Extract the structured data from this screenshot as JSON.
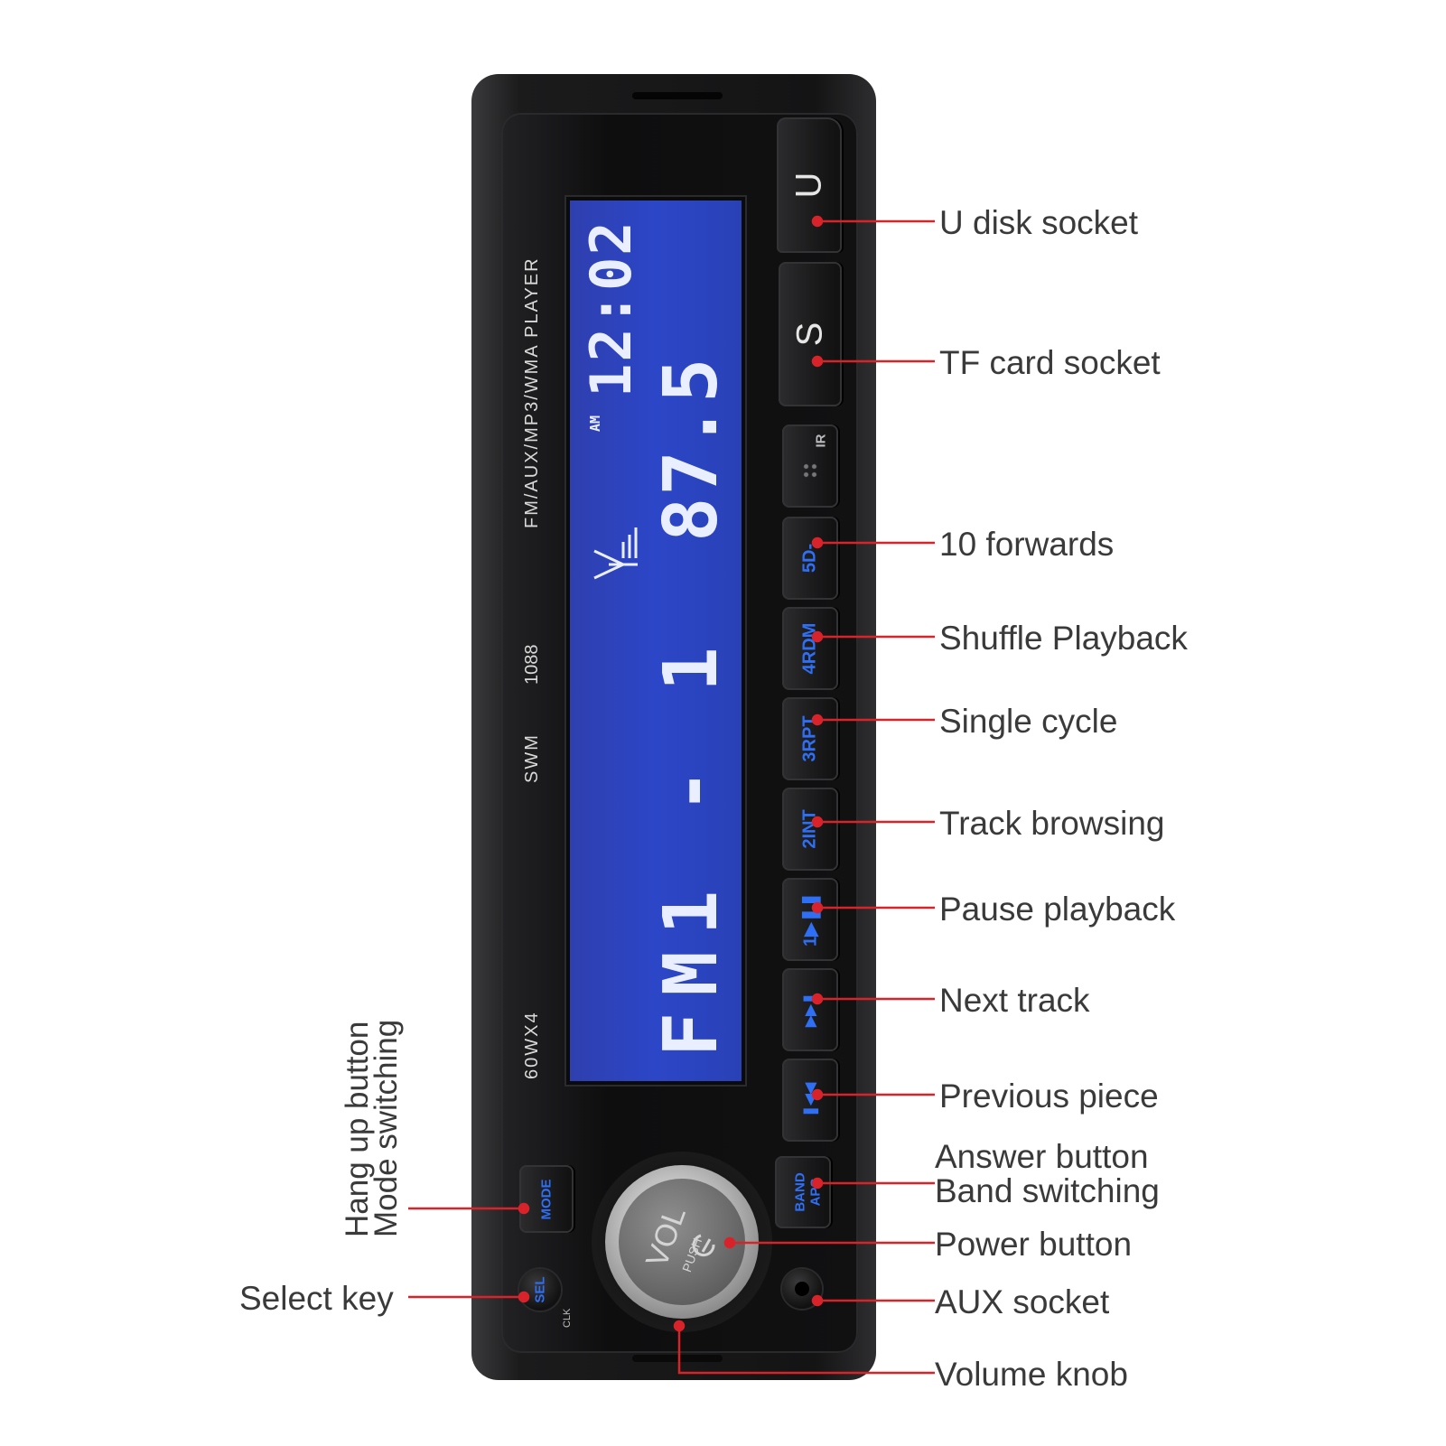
{
  "device": {
    "side_label_model": "FM/AUX/MP3/WMA PLAYER",
    "side_label_number": "1088",
    "side_label_swm": "SWM",
    "side_label_power": "60WX4"
  },
  "display": {
    "time": "12:02",
    "frequency": "87.5",
    "am_indicator": "AM",
    "band": "FM1 - 1"
  },
  "buttons": {
    "usb": "U",
    "sd": "S",
    "ir": "IR",
    "b5": "5D-",
    "b4": "4RDM",
    "b3": "3RPT",
    "b2": "2INT",
    "b1": "1▶❚❚",
    "next": "▶▶❚",
    "prev": "❚◀◀",
    "mode": "MODE",
    "band": "BAND",
    "aps": "APS",
    "sel": "SEL",
    "clk": "CLK",
    "vol": "VOL",
    "push": "PUSH"
  },
  "callouts": {
    "u_disk": "U disk socket",
    "tf_card": "TF card socket",
    "ten_forward": "10 forwards",
    "shuffle": "Shuffle Playback",
    "single_cycle": "Single cycle",
    "track_browsing": "Track browsing",
    "pause": "Pause playback",
    "next_track": "Next track",
    "previous": "Previous piece",
    "answer": "Answer button",
    "band_switching": "Band switching",
    "power": "Power button",
    "aux": "AUX socket",
    "volume": "Volume knob",
    "select": "Select key",
    "hang_up": "Hang up button",
    "mode_switching": "Mode switching"
  },
  "colors": {
    "lcd": "#2c46c8",
    "accent_blue": "#2f6ff6",
    "callout_line": "#d8232a",
    "callout_text": "#3a3a3a"
  },
  "icons": [
    "usb-slot",
    "sd-slot",
    "ir-receiver",
    "signal-antenna-icon",
    "power-icon",
    "aux-jack"
  ]
}
